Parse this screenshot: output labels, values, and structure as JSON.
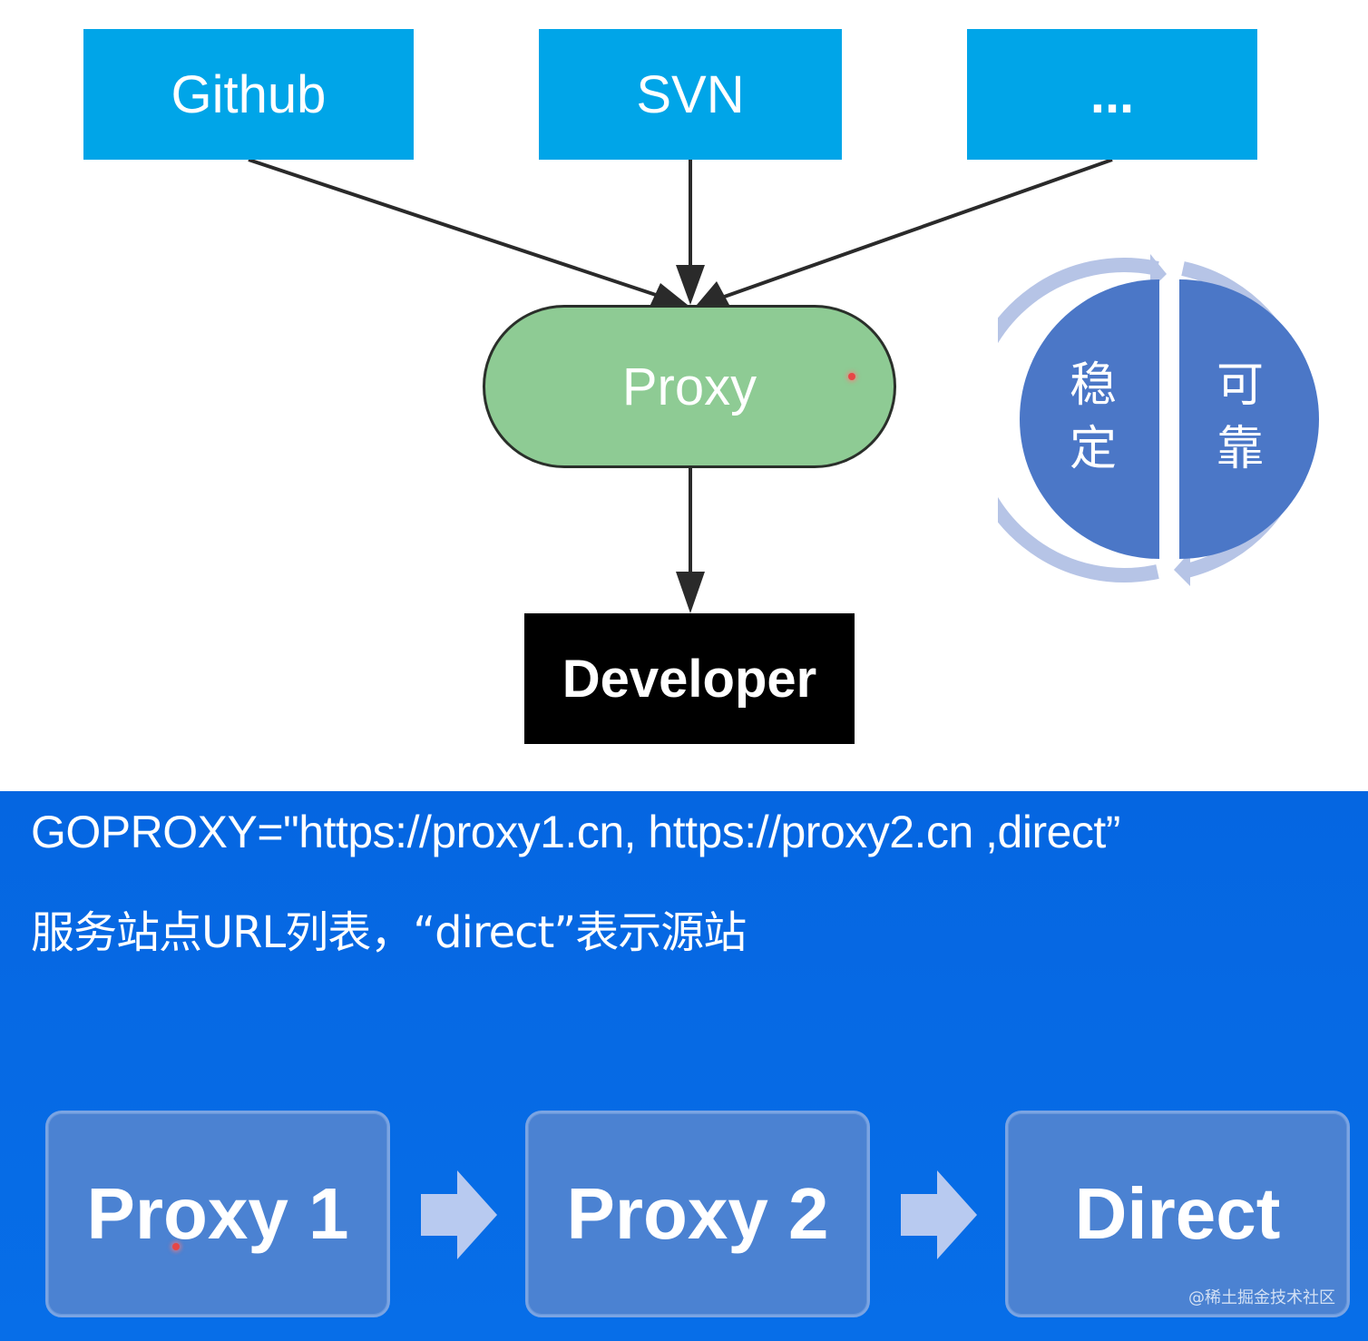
{
  "sources": [
    {
      "id": "github",
      "label": "Github"
    },
    {
      "id": "svn",
      "label": "SVN"
    },
    {
      "id": "more",
      "label": "..."
    }
  ],
  "proxy": {
    "label": "Proxy"
  },
  "developer": {
    "label": "Developer"
  },
  "cycle": {
    "left_chars": [
      "稳",
      "定"
    ],
    "right_chars": [
      "可",
      "靠"
    ]
  },
  "config": {
    "goproxy": "GOPROXY=\"https://proxy1.cn, https://proxy2.cn ,direct”",
    "description": "服务站点URL列表，“direct”表示源站"
  },
  "chain": [
    {
      "id": "proxy1",
      "label": "Proxy 1"
    },
    {
      "id": "proxy2",
      "label": "Proxy 2"
    },
    {
      "id": "direct",
      "label": "Direct"
    }
  ],
  "watermark": "@稀土掘金技术社区",
  "colors": {
    "source_box": "#00a5e8",
    "proxy_fill": "#8ecb94",
    "developer_box": "#000000",
    "bottom_background": "#076ee8",
    "chain_box": "#4b82d2",
    "cycle_fill": "#4b77c7",
    "chain_arrow": "#b8caf0"
  }
}
